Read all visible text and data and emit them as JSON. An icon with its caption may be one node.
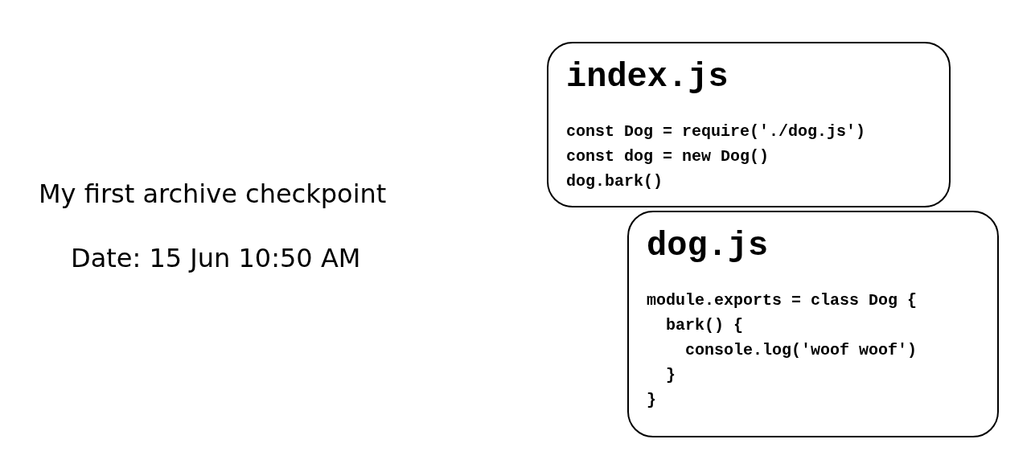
{
  "diagram": {
    "nodes": [
      {
        "text": [
          "index.js",
          "const Dog = require('./dog.js')",
          "const dog = new Dog()",
          "dog.bark()"
        ]
      },
      {
        "text": [
          "dog.js",
          "module.exports = class Dog {",
          "  bark() {",
          "    console.log('woof woof')",
          "  }",
          "}"
        ]
      }
    ],
    "labels": [
      "My first archive checkpoint",
      "Date: 15 Jun 10:50 AM"
    ]
  }
}
